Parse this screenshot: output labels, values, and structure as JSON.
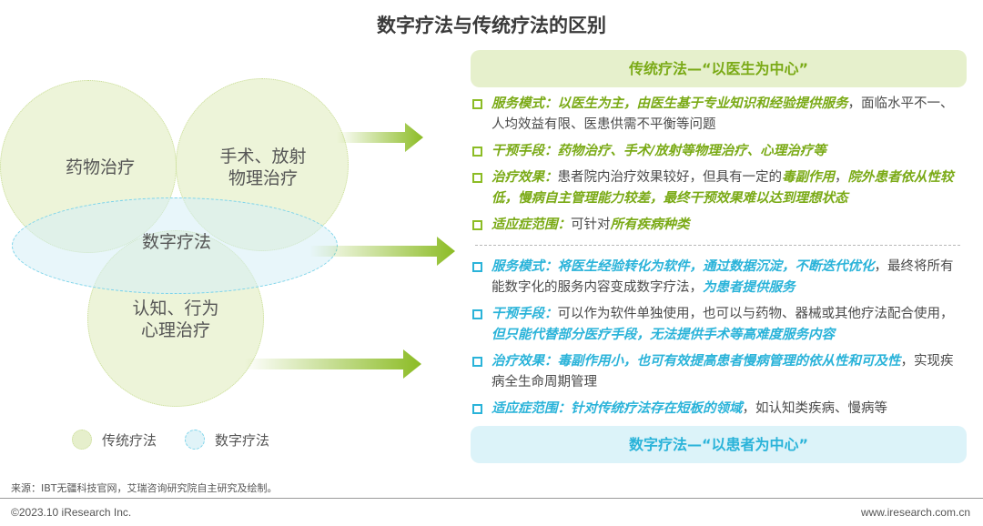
{
  "title": "数字疗法与传统疗法的区别",
  "venn": {
    "drug": "药物治疗",
    "surgery_line1": "手术、放射",
    "surgery_line2": "物理治疗",
    "digital": "数字疗法",
    "cognitive_line1": "认知、行为",
    "cognitive_line2": "心理治疗"
  },
  "traditional": {
    "header": "传统疗法—“以医生为中心”",
    "items": [
      {
        "label": "服务模式：",
        "segments": [
          {
            "t": "以医生为主，由医生基于专业知识和经验提供服务",
            "k": true
          },
          {
            "t": "，面临水平不一、人均效益有限、医患供需不平衡等问题",
            "k": false
          }
        ]
      },
      {
        "label": "干预手段：",
        "segments": [
          {
            "t": "药物治疗、手术/放射等物理治疗、心理治疗等",
            "k": true
          }
        ]
      },
      {
        "label": "治疗效果：",
        "segments": [
          {
            "t": "患者院内治疗效果较好，但具有一定的",
            "k": false
          },
          {
            "t": "毒副作用",
            "k": true
          },
          {
            "t": "，",
            "k": false
          },
          {
            "t": "院外患者依从性较低，慢病自主管理能力较差，最终干预效果难以达到理想状态",
            "k": true
          }
        ]
      },
      {
        "label": "适应症范围：",
        "segments": [
          {
            "t": "可针对",
            "k": false
          },
          {
            "t": "所有疾病种类",
            "k": true
          }
        ]
      }
    ]
  },
  "digital": {
    "header": "数字疗法—“以患者为中心”",
    "items": [
      {
        "label": "服务模式：",
        "segments": [
          {
            "t": "将医生经验转化为软件，通过数据沉淀，不断迭代优化",
            "k": true
          },
          {
            "t": "，最终将所有能数字化的服务内容变成数字疗法，",
            "k": false
          },
          {
            "t": "为患者提供服务",
            "k": true
          }
        ]
      },
      {
        "label": "干预手段：",
        "segments": [
          {
            "t": "可以作为软件单独使用，也可以与药物、器械或其他疗法配合使用，",
            "k": false
          },
          {
            "t": "但只能代替部分医疗手段，无法提供手术等高难度服务内容",
            "k": true
          }
        ]
      },
      {
        "label": "治疗效果：",
        "segments": [
          {
            "t": "毒副作用小，也可有效提高患者慢病管理的依从性和可及性",
            "k": true
          },
          {
            "t": "，实现疾病全生命周期管理",
            "k": false
          }
        ]
      },
      {
        "label": "适应症范围：",
        "segments": [
          {
            "t": "针对传统疗法存在短板的领域",
            "k": true
          },
          {
            "t": "，如认知类疾病、慢病等",
            "k": false
          }
        ]
      }
    ]
  },
  "legend": {
    "traditional": "传统疗法",
    "digital": "数字疗法"
  },
  "footer": {
    "source": "来源：IBT无疆科技官网，艾瑞咨询研究院自主研究及绘制。",
    "copyright": "©2023.10 iResearch Inc.",
    "website": "www.iresearch.com.cn"
  },
  "colors": {
    "green_accent": "#7aaa16",
    "blue_accent": "#2ab3d9",
    "circle_green": "#e2edc2",
    "ellipse_blue": "#d6eef5"
  }
}
